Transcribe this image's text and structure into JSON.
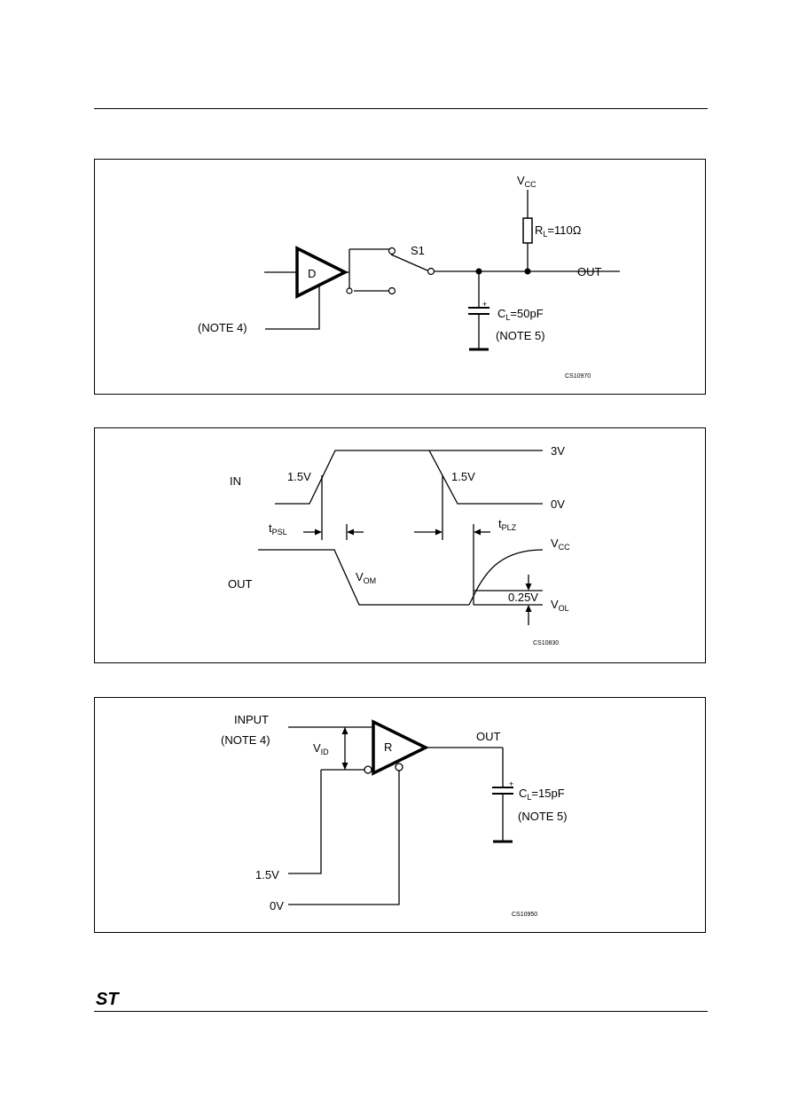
{
  "figure1": {
    "driver_label": "D",
    "note4": "(NOTE 4)",
    "switch_label": "S1",
    "vcc_main": "V",
    "vcc_sub": "CC",
    "rl_main": "R",
    "rl_sub": "L",
    "rl_value": "=110Ω",
    "out_label": "OUT",
    "cl_main": "C",
    "cl_sub": "L",
    "cl_value": "=50pF",
    "note5": "(NOTE 5)",
    "cap_polarity": "+",
    "code": "CS10970"
  },
  "figure2": {
    "in_label": "IN",
    "out_label": "OUT",
    "v3": "3V",
    "v0": "0V",
    "in_threshold_1": "1.5V",
    "in_threshold_2": "1.5V",
    "tpsl_main": "t",
    "tpsl_sub": "PSL",
    "tplz_main": "t",
    "tplz_sub": "PLZ",
    "vom_main": "V",
    "vom_sub": "OM",
    "vcc_main": "V",
    "vcc_sub": "CC",
    "vol_main": "V",
    "vol_sub": "OL",
    "delta_v": "0.25V",
    "code": "CS10830"
  },
  "figure3": {
    "input_label": "INPUT",
    "note4": "(NOTE 4)",
    "vid_main": "V",
    "vid_sub": "ID",
    "receiver_label": "R",
    "out_label": "OUT",
    "cl_main": "C",
    "cl_sub": "L",
    "cl_value": "=15pF",
    "note5": "(NOTE 5)",
    "cap_polarity": "+",
    "v15": "1.5V",
    "v0": "0V",
    "code": "CS10950"
  },
  "footer": {
    "logo_text": "ST"
  }
}
